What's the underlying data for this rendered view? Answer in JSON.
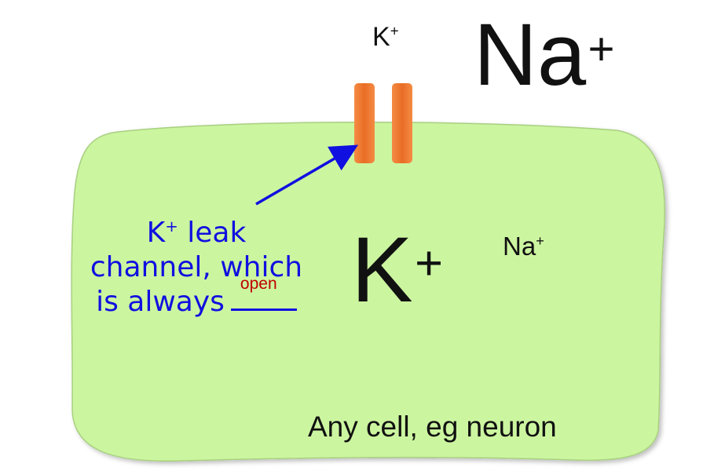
{
  "outside": {
    "k_symbol": "K",
    "k_charge": "+",
    "na_symbol": "Na",
    "na_charge": "+"
  },
  "inside": {
    "k_symbol": "K",
    "k_charge": "+",
    "na_symbol": "Na",
    "na_charge": "+"
  },
  "label": {
    "line1_symbol": "K",
    "line1_charge": "+",
    "line1_rest": " leak",
    "line2": "channel, which",
    "line3": "is always",
    "answer": "open"
  },
  "caption": "Any cell, eg neuron",
  "colors": {
    "cell_fill": "#ccf5a0",
    "cell_border": "#a8d080",
    "channel_fill": "#ee7a32",
    "label_text": "#1010e0",
    "answer_text": "#c00000"
  }
}
